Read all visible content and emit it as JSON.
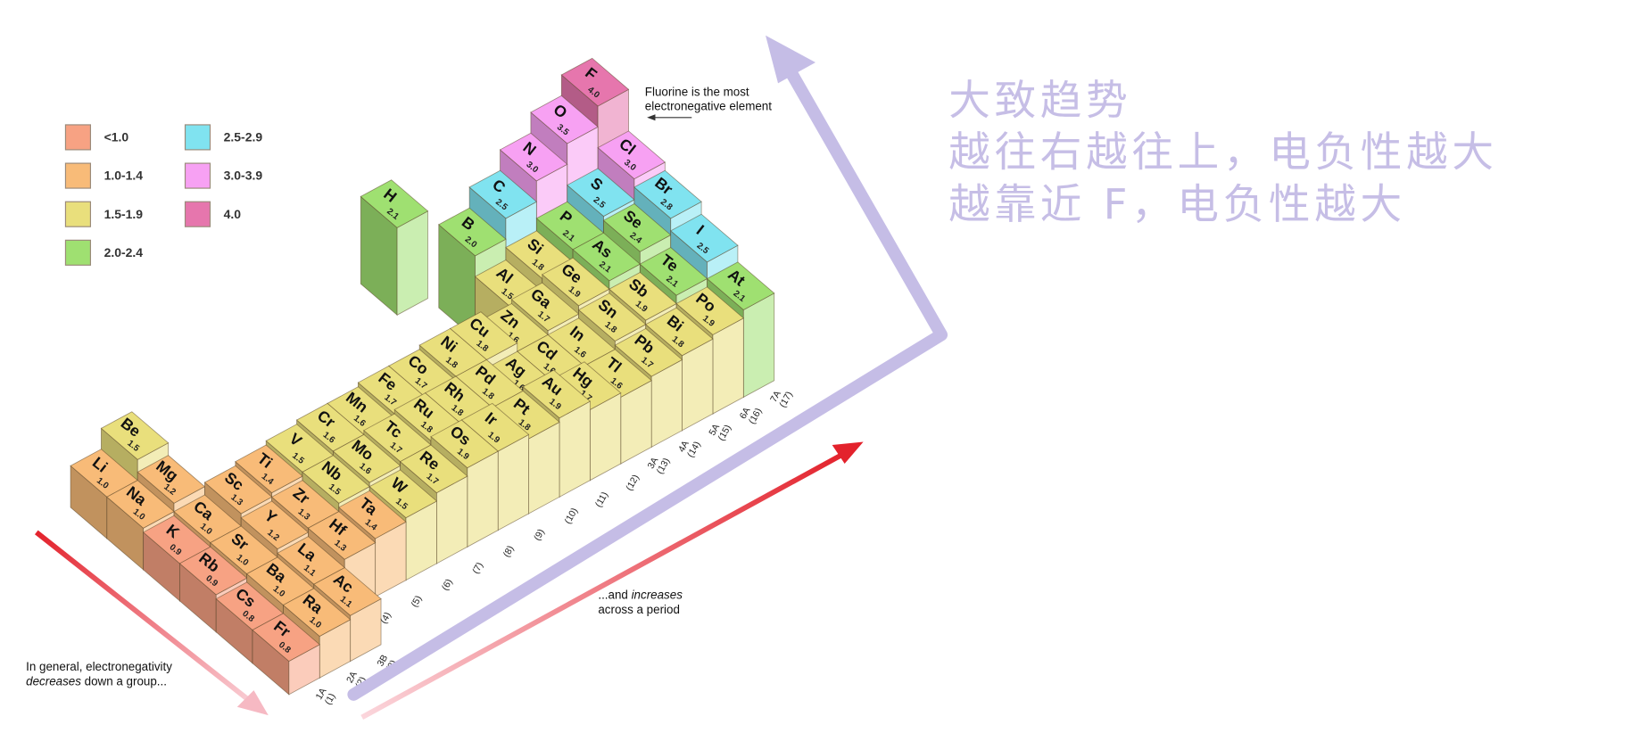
{
  "legend": [
    {
      "label": "<1.0",
      "color": "#f7a283"
    },
    {
      "label": "1.0-1.4",
      "color": "#f8bb78"
    },
    {
      "label": "1.5-1.9",
      "color": "#e9df7c"
    },
    {
      "label": "2.0-2.4",
      "color": "#9fe071"
    },
    {
      "label": "2.5-2.9",
      "color": "#80e3f0"
    },
    {
      "label": "3.0-3.9",
      "color": "#f7a1f3"
    },
    {
      "label": "4.0",
      "color": "#e676ad"
    }
  ],
  "annotations": {
    "fluorine_line1": "Fluorine is the most",
    "fluorine_line2": "electronegative element",
    "period_line1_pre": "...and ",
    "period_line1_em": "increases",
    "period_line2": "across a period",
    "group_line1": "In general, electronegativity",
    "group_line2_em": "decreases",
    "group_line2_post": " down a group..."
  },
  "chinese_notes": {
    "line1": "大致趋势",
    "line2": "越往右越往上，电负性越大",
    "line3": "越靠近 F，电负性越大"
  },
  "group_labels": [
    {
      "g": 0,
      "top": "1A",
      "bottom": "(1)"
    },
    {
      "g": 1,
      "top": "2A",
      "bottom": "(2)"
    },
    {
      "g": 2,
      "top": "3B",
      "bottom": "(3)"
    },
    {
      "g": 3,
      "top": "",
      "bottom": "(4)"
    },
    {
      "g": 4,
      "top": "",
      "bottom": "(5)"
    },
    {
      "g": 5,
      "top": "",
      "bottom": "(6)"
    },
    {
      "g": 6,
      "top": "",
      "bottom": "(7)"
    },
    {
      "g": 7,
      "top": "",
      "bottom": "(8)"
    },
    {
      "g": 8,
      "top": "",
      "bottom": "(9)"
    },
    {
      "g": 9,
      "top": "",
      "bottom": "(10)"
    },
    {
      "g": 10,
      "top": "",
      "bottom": "(11)"
    },
    {
      "g": 11,
      "top": "",
      "bottom": "(12)"
    },
    {
      "g": 12,
      "top": "3A",
      "bottom": "(13)"
    },
    {
      "g": 13,
      "top": "4A",
      "bottom": "(14)"
    },
    {
      "g": 14,
      "top": "5A",
      "bottom": "(15)"
    },
    {
      "g": 15,
      "top": "6A",
      "bottom": "(16)"
    },
    {
      "g": 16,
      "top": "7A",
      "bottom": "(17)"
    }
  ],
  "elements": [
    {
      "s": "H",
      "v": 2.1,
      "g": 11,
      "p": -0.3
    },
    {
      "s": "Li",
      "v": 1.0,
      "g": 0,
      "p": 1
    },
    {
      "s": "Be",
      "v": 1.5,
      "g": 1,
      "p": 1
    },
    {
      "s": "B",
      "v": 2.0,
      "g": 12,
      "p": 1
    },
    {
      "s": "C",
      "v": 2.5,
      "g": 13,
      "p": 1
    },
    {
      "s": "N",
      "v": 3.0,
      "g": 14,
      "p": 1
    },
    {
      "s": "O",
      "v": 3.5,
      "g": 15,
      "p": 1
    },
    {
      "s": "F",
      "v": 4.0,
      "g": 16,
      "p": 1
    },
    {
      "s": "Na",
      "v": 1.0,
      "g": 0,
      "p": 2
    },
    {
      "s": "Mg",
      "v": 1.2,
      "g": 1,
      "p": 2
    },
    {
      "s": "Al",
      "v": 1.5,
      "g": 12,
      "p": 2
    },
    {
      "s": "Si",
      "v": 1.8,
      "g": 13,
      "p": 2
    },
    {
      "s": "P",
      "v": 2.1,
      "g": 14,
      "p": 2
    },
    {
      "s": "S",
      "v": 2.5,
      "g": 15,
      "p": 2
    },
    {
      "s": "Cl",
      "v": 3.0,
      "g": 16,
      "p": 2
    },
    {
      "s": "K",
      "v": 0.9,
      "g": 0,
      "p": 3
    },
    {
      "s": "Ca",
      "v": 1.0,
      "g": 1,
      "p": 3
    },
    {
      "s": "Sc",
      "v": 1.3,
      "g": 2,
      "p": 3
    },
    {
      "s": "Ti",
      "v": 1.4,
      "g": 3,
      "p": 3
    },
    {
      "s": "V",
      "v": 1.5,
      "g": 4,
      "p": 3
    },
    {
      "s": "Cr",
      "v": 1.6,
      "g": 5,
      "p": 3
    },
    {
      "s": "Mn",
      "v": 1.6,
      "g": 6,
      "p": 3
    },
    {
      "s": "Fe",
      "v": 1.7,
      "g": 7,
      "p": 3
    },
    {
      "s": "Co",
      "v": 1.7,
      "g": 8,
      "p": 3
    },
    {
      "s": "Ni",
      "v": 1.8,
      "g": 9,
      "p": 3
    },
    {
      "s": "Cu",
      "v": 1.8,
      "g": 10,
      "p": 3
    },
    {
      "s": "Zn",
      "v": 1.6,
      "g": 11,
      "p": 3
    },
    {
      "s": "Ga",
      "v": 1.7,
      "g": 12,
      "p": 3
    },
    {
      "s": "Ge",
      "v": 1.9,
      "g": 13,
      "p": 3
    },
    {
      "s": "As",
      "v": 2.1,
      "g": 14,
      "p": 3
    },
    {
      "s": "Se",
      "v": 2.4,
      "g": 15,
      "p": 3
    },
    {
      "s": "Br",
      "v": 2.8,
      "g": 16,
      "p": 3
    },
    {
      "s": "Rb",
      "v": 0.9,
      "g": 0,
      "p": 4
    },
    {
      "s": "Sr",
      "v": 1.0,
      "g": 1,
      "p": 4
    },
    {
      "s": "Y",
      "v": 1.2,
      "g": 2,
      "p": 4
    },
    {
      "s": "Zr",
      "v": 1.3,
      "g": 3,
      "p": 4
    },
    {
      "s": "Nb",
      "v": 1.5,
      "g": 4,
      "p": 4
    },
    {
      "s": "Mo",
      "v": 1.6,
      "g": 5,
      "p": 4
    },
    {
      "s": "Tc",
      "v": 1.7,
      "g": 6,
      "p": 4
    },
    {
      "s": "Ru",
      "v": 1.8,
      "g": 7,
      "p": 4
    },
    {
      "s": "Rh",
      "v": 1.8,
      "g": 8,
      "p": 4
    },
    {
      "s": "Pd",
      "v": 1.8,
      "g": 9,
      "p": 4
    },
    {
      "s": "Ag",
      "v": 1.6,
      "g": 10,
      "p": 4
    },
    {
      "s": "Cd",
      "v": 1.6,
      "g": 11,
      "p": 4
    },
    {
      "s": "In",
      "v": 1.6,
      "g": 12,
      "p": 4
    },
    {
      "s": "Sn",
      "v": 1.8,
      "g": 13,
      "p": 4
    },
    {
      "s": "Sb",
      "v": 1.9,
      "g": 14,
      "p": 4
    },
    {
      "s": "Te",
      "v": 2.1,
      "g": 15,
      "p": 4
    },
    {
      "s": "I",
      "v": 2.5,
      "g": 16,
      "p": 4
    },
    {
      "s": "Cs",
      "v": 0.8,
      "g": 0,
      "p": 5
    },
    {
      "s": "Ba",
      "v": 1.0,
      "g": 1,
      "p": 5
    },
    {
      "s": "La",
      "v": 1.1,
      "g": 2,
      "p": 5
    },
    {
      "s": "Hf",
      "v": 1.3,
      "g": 3,
      "p": 5
    },
    {
      "s": "Ta",
      "v": 1.4,
      "g": 4,
      "p": 5
    },
    {
      "s": "W",
      "v": 1.5,
      "g": 5,
      "p": 5
    },
    {
      "s": "Re",
      "v": 1.7,
      "g": 6,
      "p": 5
    },
    {
      "s": "Os",
      "v": 1.9,
      "g": 7,
      "p": 5
    },
    {
      "s": "Ir",
      "v": 1.9,
      "g": 8,
      "p": 5
    },
    {
      "s": "Pt",
      "v": 1.8,
      "g": 9,
      "p": 5
    },
    {
      "s": "Au",
      "v": 1.9,
      "g": 10,
      "p": 5
    },
    {
      "s": "Hg",
      "v": 1.7,
      "g": 11,
      "p": 5
    },
    {
      "s": "Tl",
      "v": 1.6,
      "g": 12,
      "p": 5
    },
    {
      "s": "Pb",
      "v": 1.7,
      "g": 13,
      "p": 5
    },
    {
      "s": "Bi",
      "v": 1.8,
      "g": 14,
      "p": 5
    },
    {
      "s": "Po",
      "v": 1.9,
      "g": 15,
      "p": 5
    },
    {
      "s": "At",
      "v": 2.1,
      "g": 16,
      "p": 5
    },
    {
      "s": "Fr",
      "v": 0.8,
      "g": 0,
      "p": 6
    },
    {
      "s": "Ra",
      "v": 1.0,
      "g": 1,
      "p": 6
    },
    {
      "s": "Ac",
      "v": 1.1,
      "g": 2,
      "p": 6
    }
  ],
  "colors": {
    "purple_arrow": "#c5bde6",
    "red_arrow": "#e3222c",
    "pink_arrow": "#f7c4cc"
  }
}
